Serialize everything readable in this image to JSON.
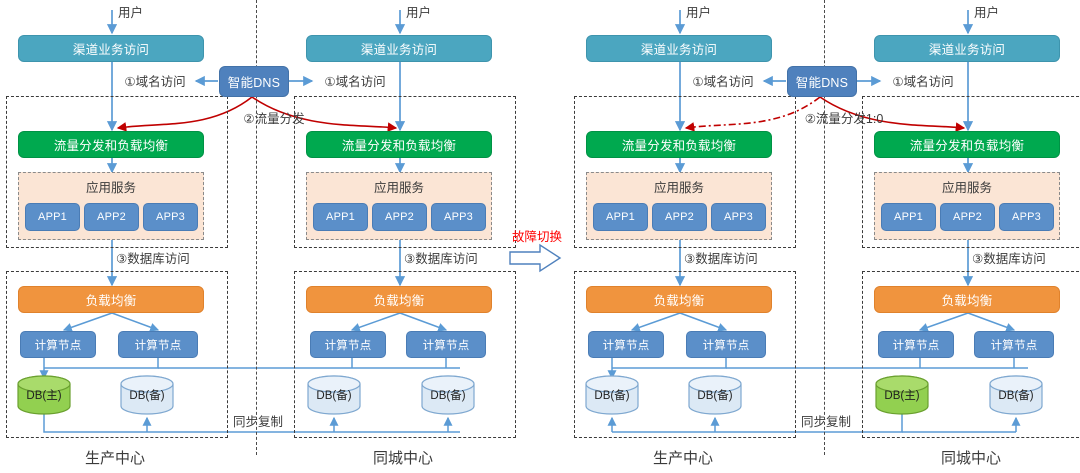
{
  "diagram": {
    "title_left": "生产中心",
    "title_right": "同城中心",
    "transition": {
      "label": "故障切换",
      "arrow_icon": "right-arrow-icon",
      "color": "#FF0000"
    },
    "colors": {
      "channel": "#4BA6C0",
      "dns": "#4F81BD",
      "traffic": "#00A94F",
      "app_zone": "#FBE5D5",
      "app": "#5B8FC9",
      "load_balancer": "#F0943E",
      "compute": "#5B8FC9",
      "db_primary": "#92D050",
      "db_standby": "#DCE9F5",
      "arrow_blue": "#5B9BD5",
      "arrow_red": "#C00000"
    }
  },
  "labels": {
    "user": "用户",
    "channel_access": "渠道业务访问",
    "dns": "智能DNS",
    "domain_access": "①域名访问",
    "traffic_dist_before": "②流量分发",
    "traffic_dist_after": "②流量分发1:0",
    "traffic_lb": "流量分发和负载均衡",
    "app_service": "应用服务",
    "app1": "APP1",
    "app2": "APP2",
    "app3": "APP3",
    "db_access": "③数据库访问",
    "load_balancer": "负载均衡",
    "compute_node": "计算节点",
    "db_primary": "DB(主)",
    "db_standby": "DB(备)",
    "sync_replication": "同步复制",
    "prod_center": "生产中心",
    "city_center": "同城中心"
  },
  "panels": [
    {
      "id": "before-failover",
      "traffic_label": "②流量分发",
      "left_arrow_style": "solid",
      "right_arrow_style": "solid",
      "sites": [
        {
          "name": "生产中心",
          "db": [
            {
              "label": "DB(主)",
              "role": "primary"
            },
            {
              "label": "DB(备)",
              "role": "standby"
            }
          ],
          "compute_nodes": [
            "计算节点",
            "计算节点"
          ],
          "apps": [
            "APP1",
            "APP2",
            "APP3"
          ]
        },
        {
          "name": "同城中心",
          "db": [
            {
              "label": "DB(备)",
              "role": "standby"
            },
            {
              "label": "DB(备)",
              "role": "standby"
            }
          ],
          "compute_nodes": [
            "计算节点",
            "计算节点"
          ],
          "apps": [
            "APP1",
            "APP2",
            "APP3"
          ]
        }
      ]
    },
    {
      "id": "after-failover",
      "traffic_label": "②流量分发1:0",
      "left_arrow_style": "dash-dot",
      "right_arrow_style": "solid",
      "sites": [
        {
          "name": "生产中心",
          "db": [
            {
              "label": "DB(备)",
              "role": "standby"
            },
            {
              "label": "DB(备)",
              "role": "standby"
            }
          ],
          "compute_nodes": [
            "计算节点",
            "计算节点"
          ],
          "apps": [
            "APP1",
            "APP2",
            "APP3"
          ]
        },
        {
          "name": "同城中心",
          "db": [
            {
              "label": "DB(主)",
              "role": "primary"
            },
            {
              "label": "DB(备)",
              "role": "standby"
            }
          ],
          "compute_nodes": [
            "计算节点",
            "计算节点"
          ],
          "apps": [
            "APP1",
            "APP2",
            "APP3"
          ]
        }
      ]
    }
  ]
}
